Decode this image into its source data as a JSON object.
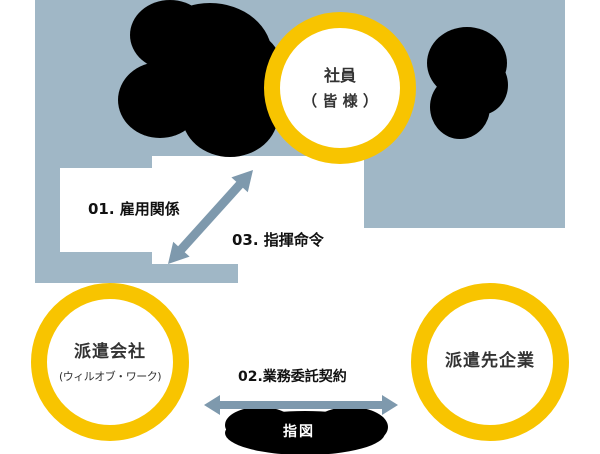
{
  "nodes": {
    "employee": {
      "title": "社員",
      "subtitle": "（ 皆 様 ）"
    },
    "agency": {
      "title": "派遣会社",
      "subtitle": "(ウィルオブ・ワーク)"
    },
    "client": {
      "title": "派遣先企業"
    }
  },
  "relations": {
    "employment": "01. 雇用関係",
    "command": "03. 指揮命令",
    "outsourcing": "02.業務委託契約",
    "instruction": "指図"
  },
  "colors": {
    "ring_yellow": "#f8c400",
    "background_bluegray": "#a0b7c6",
    "arrow_bluegray": "#7e99ad",
    "ink_black": "#000000",
    "node_text": "#333333",
    "label_text": "#111111",
    "instruction_text": "#ffffff"
  }
}
